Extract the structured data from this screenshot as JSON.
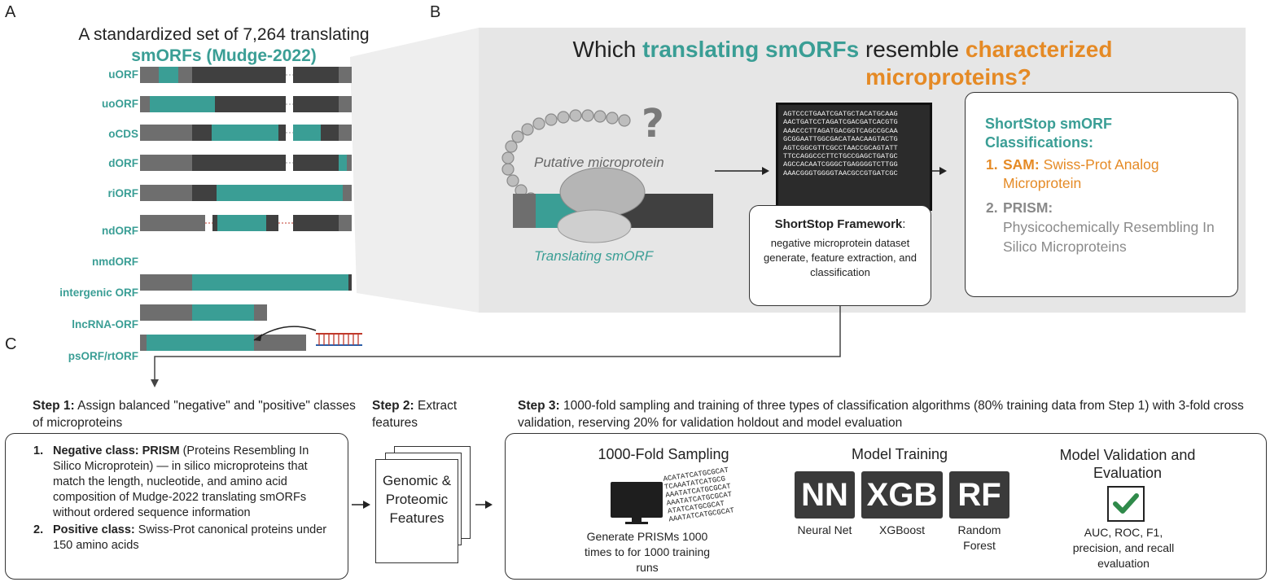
{
  "panel_labels": {
    "a": "A",
    "b": "B",
    "c": "C"
  },
  "panel_a": {
    "title_line1": "A standardized set of 7,264 translating",
    "title_line2": "smORFs (Mudge-2022)",
    "orf_types": [
      "uORF",
      "uoORF",
      "oCDS",
      "dORF",
      "riORF",
      "ndORF",
      "nmdORF",
      "intergenic ORF",
      "lncRNA-ORF",
      "psORF/rtORF"
    ]
  },
  "panel_b": {
    "question_line1_prefix": "Which ",
    "question_line1_teal": "translating smORFs",
    "question_line1_mid": " resemble ",
    "question_line1_orange": "characterized",
    "question_line2_orange": "microproteins?",
    "question_mark": "?",
    "putative_label": "Putative microprotein",
    "translating_label": "Translating smORF",
    "sequence_lines": [
      "AGTCCCTGAATCGATGCTACATGCAAG",
      "AACTGATCCTAGATCGACGATCACGTG",
      "AAACCCTTAGATGACGGTCAGCCGCAA",
      "GCGGAATTGGCGACATAACAAGTACTG",
      "AGTCGGCGTTCGCCTAACCGCAGTATT",
      "TTCCAGGCCCTTCTGCCGAGCTGATGC",
      "AGCCACAATCGGGCTGAGGGGTCTTGG",
      "AAACGGGTGGGGTAACGCCGTGATCGC"
    ],
    "framework_title": "ShortStop Framework",
    "framework_colon": ":",
    "framework_desc": "negative microprotein dataset generate, feature extraction, and classification",
    "class_title": "ShortStop smORF Classifications:",
    "class_items": [
      {
        "num": "1.",
        "bold": "SAM:",
        "text": "Swiss-Prot Analog Microprotein"
      },
      {
        "num": "2.",
        "bold": "PRISM:",
        "text": "Physicochemically Resembling In Silico Microproteins"
      }
    ]
  },
  "panel_c": {
    "step1_bold": "Step 1:",
    "step1_text": " Assign balanced \"negative\" and \"positive\" classes of microproteins",
    "step1_items": [
      {
        "num": "1.",
        "bold": "Negative class: PRISM",
        "text": " (Proteins Resembling In Silico Microprotein) — in silico microproteins that match the length, nucleotide, and amino acid composition of Mudge-2022 translating smORFs without ordered sequence information"
      },
      {
        "num": "2.",
        "bold": "Positive class:",
        "text": " Swiss-Prot canonical proteins under 150 amino acids"
      }
    ],
    "step2_bold": "Step 2:",
    "step2_text": " Extract features",
    "features_label": "Genomic & Proteomic Features",
    "step3_bold": "Step 3:",
    "step3_text": " 1000-fold sampling and training of three types of classification algorithms (80% training data from Step 1) with 3-fold cross validation, reserving 20% for validation holdout and model evaluation",
    "sampling_title": "1000-Fold Sampling",
    "sampling_desc": "Generate PRISMs 1000 times to for 1000 training runs",
    "sampling_seq": [
      "ACATATCATGCGCAT",
      "TCAAATATCATGCG",
      "AAATATCATGCGCAT",
      "AAATATCATGCGCAT",
      "ATATCATGCGCAT",
      "AAATATCATGCGCAT"
    ],
    "training_title": "Model Training",
    "models": [
      {
        "abbr": "NN",
        "name": "Neural Net"
      },
      {
        "abbr": "XGB",
        "name": "XGBoost"
      },
      {
        "abbr": "RF",
        "name": "Random Forest"
      }
    ],
    "validation_title": "Model Validation and Evaluation",
    "validation_desc": "AUC, ROC, F1, precision, and recall evaluation"
  },
  "colors": {
    "teal": "#3a9e95",
    "orange": "#e58a25",
    "dark": "#404040",
    "gray": "#6e6e6e",
    "panel_bg": "#e8e8e8"
  }
}
